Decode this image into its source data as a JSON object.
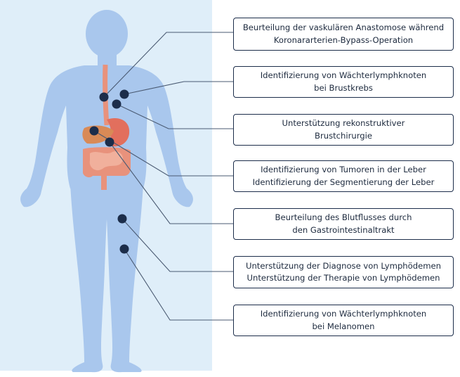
{
  "colors": {
    "panel_background": "#dfeef9",
    "body_silhouette": "#a9c7ed",
    "marker_dot": "#1c2d4a",
    "connector_line": "#4a5a72",
    "box_border": "#1c2d4a",
    "box_text": "#1d2a3e",
    "organs": "#e8927c"
  },
  "illustration": {
    "subject": "human body silhouette with esophagus, liver, stomach and intestines"
  },
  "callouts": [
    {
      "lines": [
        "Beurteilung der vaskulären Anastomose während",
        "Koronararterien-Bypass-Operation"
      ]
    },
    {
      "lines": [
        "Identifizierung von Wächterlymphknoten",
        "bei Brustkrebs"
      ]
    },
    {
      "lines": [
        "Unterstützung rekonstruktiver",
        "Brustchirurgie"
      ]
    },
    {
      "lines": [
        "Identifizierung von Tumoren in der Leber",
        "Identifizierung der Segmentierung der Leber"
      ]
    },
    {
      "lines": [
        "Beurteilung des Blutflusses durch",
        "den Gastrointestinaltrakt"
      ]
    },
    {
      "lines": [
        "Unterstützung der Diagnose von Lymphödemen",
        "Unterstützung der Therapie von Lymphödemen"
      ]
    },
    {
      "lines": [
        "Identifizierung von Wächterlymphknoten",
        "bei Melanomen"
      ]
    }
  ]
}
